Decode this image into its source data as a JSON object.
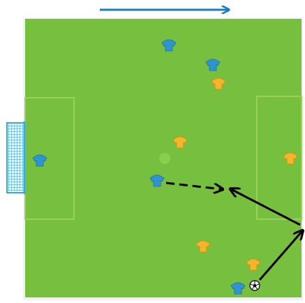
{
  "attack_direction": {
    "icon": "arrow-right-icon",
    "color": "#1a7cc4"
  },
  "pitch": {
    "grass_color": "#77bf3e",
    "line_color": "#9bd05f"
  },
  "goal": {
    "icon": "goal-net-icon",
    "color": "#35a8e0"
  },
  "ball": {
    "icon": "soccer-ball-icon"
  },
  "teams": {
    "blue": "#2f95d2",
    "yellow": "#f2b52b"
  },
  "players": [
    {
      "team": "blue",
      "role": "goalkeeper"
    },
    {
      "team": "blue",
      "role": "defender"
    },
    {
      "team": "blue",
      "role": "defender"
    },
    {
      "team": "blue",
      "role": "midfielder"
    },
    {
      "team": "blue",
      "role": "player-with-ball"
    },
    {
      "team": "yellow",
      "role": "defender"
    },
    {
      "team": "yellow",
      "role": "midfielder"
    },
    {
      "team": "yellow",
      "role": "forward"
    },
    {
      "team": "yellow",
      "role": "midfielder"
    },
    {
      "team": "yellow",
      "role": "defender"
    }
  ],
  "movements": [
    {
      "type": "run",
      "style": "dashed",
      "color": "#000000"
    },
    {
      "type": "pass",
      "style": "solid",
      "color": "#000000"
    },
    {
      "type": "pass",
      "style": "solid",
      "color": "#000000"
    }
  ]
}
